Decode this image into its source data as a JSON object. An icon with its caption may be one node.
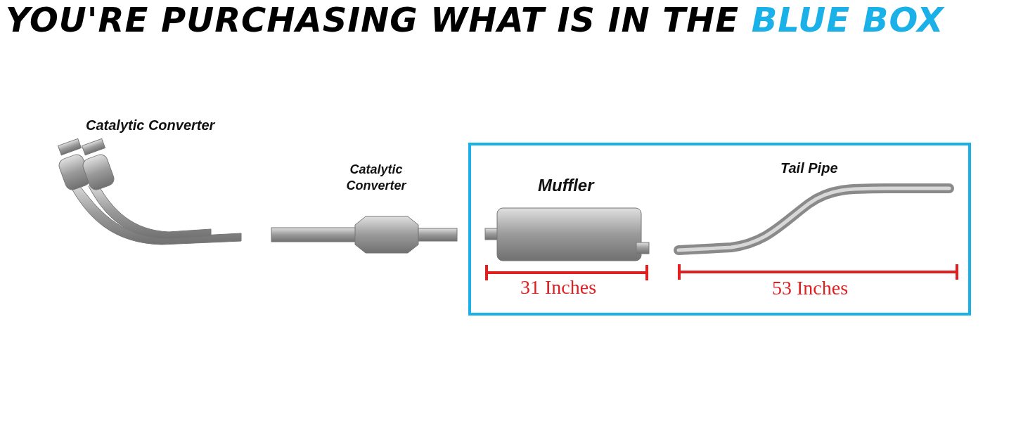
{
  "diagram": {
    "title": "YOU'RE PURCHASING WHAT IS IN THE **BLUE BOX**",
    "labels": [
      "Catalytic Converter",
      "Catalytic Converter",
      "Muffler",
      "Tail Pipe",
      "31 Inches",
      "53 Inches"
    ]
  }
}
